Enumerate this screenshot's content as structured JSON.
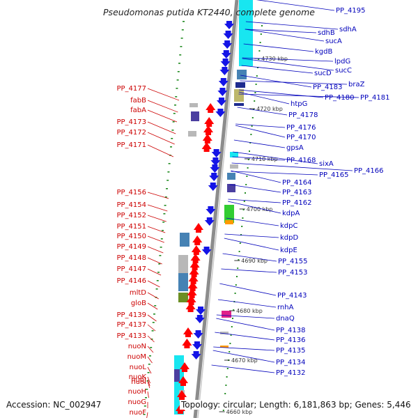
{
  "header": {
    "title": "Pseudomonas putida KT2440, complete genome"
  },
  "footer": {
    "accession": "Accession: NC_002947",
    "topology": "Topology: circular; Length: 6,181,863 bp; Genes: 5,446"
  },
  "colors": {
    "backbone": "#8c8c8c",
    "forward_gene": "#ff0000",
    "reverse_gene": "#1414e6",
    "forward_label": "#cc0000",
    "reverse_label": "#0000bb",
    "tick": "#228b22",
    "cds_cyan": "#18e6f0",
    "cds_grey": "#b8b8b8",
    "cds_steel": "#4682b4",
    "cds_navy": "#1e2b8f",
    "cds_olive": "#6b8e23",
    "cds_khaki": "#bdb76b",
    "cds_purple": "#4b3fa0",
    "cds_magenta": "#e0208a",
    "cds_orange": "#ff9a00",
    "cds_green": "#32cd32"
  },
  "ruler_labels": [
    "4730 kbp",
    "4720 kbp",
    "4710 kbp",
    "4700 kbp",
    "4690 kbp",
    "4680 kbp",
    "4670 kbp",
    "4660 kbp"
  ],
  "forward_labels": [
    "PP_4177",
    "fabB",
    "fabA",
    "PP_4173",
    "PP_4172",
    "PP_4171",
    "PP_4156",
    "PP_4154",
    "PP_4152",
    "PP_4151",
    "PP_4150",
    "PP_4149",
    "PP_4148",
    "PP_4147",
    "PP_4146",
    "mltD",
    "gloB",
    "PP_4139",
    "PP_4137",
    "PP_4133",
    "nuoN",
    "nuoM",
    "nuoL",
    "nuoK",
    "nuoJ",
    "nuoI",
    "nuoH",
    "nuoG",
    "nuoF"
  ],
  "reverse_labels": [
    "PP_4195",
    "sdhA",
    "sdhB",
    "sucA",
    "kgdB",
    "lpdG",
    "sucC",
    "sucD",
    "braZ",
    "PP_4183",
    "PP_4180",
    "PP_4181",
    "htpG",
    "PP_4178",
    "PP_4176",
    "PP_4170",
    "gpsA",
    "PP_4168",
    "sixA",
    "PP_4166",
    "PP_4165",
    "PP_4164",
    "PP_4163",
    "PP_4162",
    "kdpA",
    "kdpC",
    "kdpD",
    "kdpE",
    "PP_4155",
    "PP_4153",
    "PP_4143",
    "rnhA",
    "dnaQ",
    "PP_4138",
    "PP_4136",
    "PP_4135",
    "PP_4134",
    "PP_4132"
  ]
}
